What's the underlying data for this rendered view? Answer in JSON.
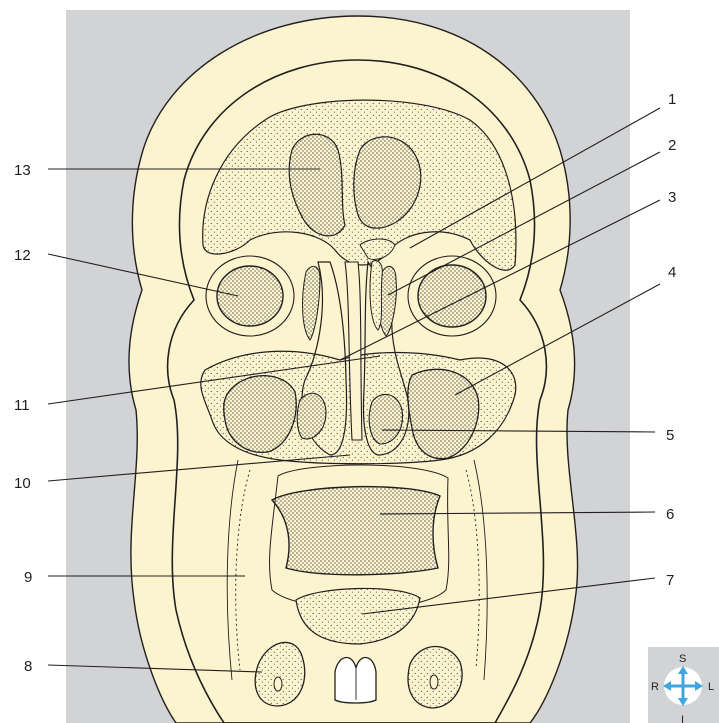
{
  "colors": {
    "background_panel": "#d2d3d5",
    "tissue": "#fcf4cf",
    "bone_stipple": "#231f20",
    "arrow_blue": "#41a6dd",
    "compass_bg": "#d2d3d5"
  },
  "labels": [
    "1",
    "2",
    "3",
    "4",
    "5",
    "6",
    "7",
    "8",
    "9",
    "10",
    "11",
    "12",
    "13"
  ],
  "compass": {
    "superior": "S",
    "inferior": "I",
    "right": "R",
    "left": "L"
  }
}
